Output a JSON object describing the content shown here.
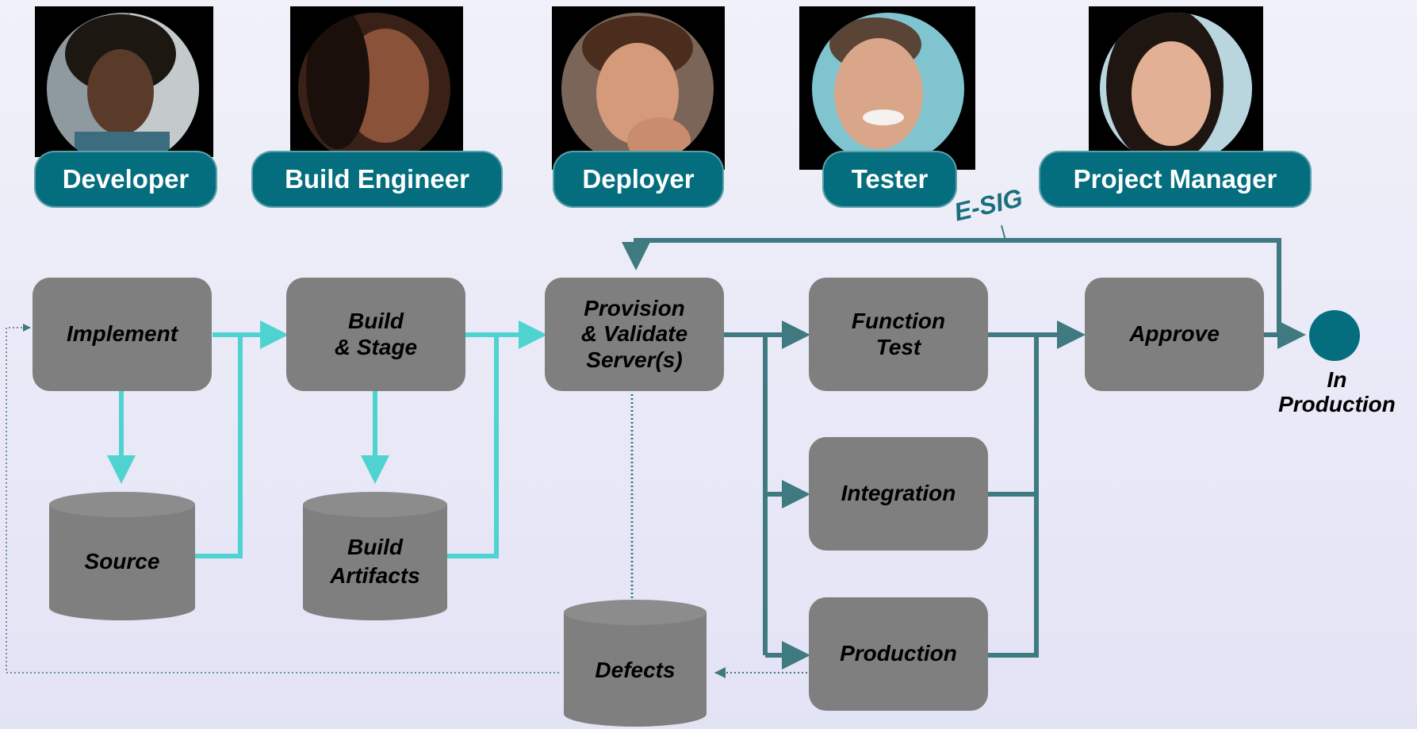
{
  "roles": [
    {
      "id": "developer",
      "label": "Developer"
    },
    {
      "id": "build-engineer",
      "label": "Build Engineer"
    },
    {
      "id": "deployer",
      "label": "Deployer"
    },
    {
      "id": "tester",
      "label": "Tester"
    },
    {
      "id": "project-manager",
      "label": "Project Manager"
    }
  ],
  "steps": {
    "implement": "Implement",
    "build_stage": "Build\n& Stage",
    "provision": "Provision\n& Validate\nServer(s)",
    "function_test": "Function\nTest",
    "approve": "Approve",
    "integration": "Integration",
    "production": "Production"
  },
  "stores": {
    "source": "Source",
    "build_artifacts": "Build\nArtifacts",
    "defects": "Defects"
  },
  "esig": "E-SIG",
  "end_label": "In\nProduction",
  "colors": {
    "teal": "#046e7e",
    "light_arrow": "#4fd3d1",
    "dark_arrow": "#3e7a80",
    "box": "#7f7f7f"
  }
}
